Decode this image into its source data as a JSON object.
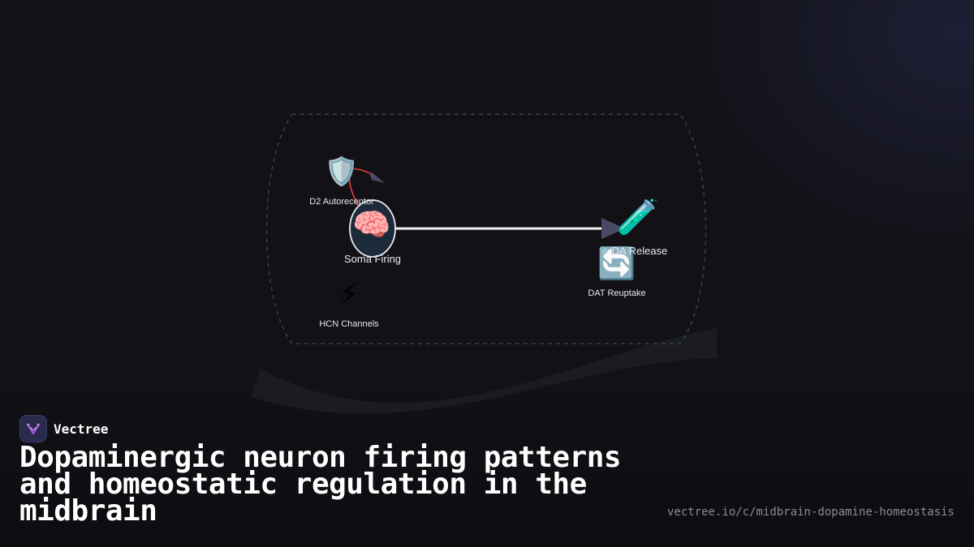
{
  "diagram": {
    "nodes": [
      {
        "id": "d2",
        "icon": "shield-icon",
        "glyph": "🛡️",
        "label": "D2 Autoreceptor"
      },
      {
        "id": "soma",
        "icon": "brain-icon",
        "glyph": "🧠",
        "label": "Soma Firing"
      },
      {
        "id": "hcn",
        "icon": "lightning-icon",
        "glyph": "⚡",
        "label": "HCN Channels"
      },
      {
        "id": "da",
        "icon": "test-tube-icon",
        "glyph": "🧪",
        "label": "DA Release"
      },
      {
        "id": "dat",
        "icon": "reuptake-cycle-icon",
        "glyph": "🔄",
        "label": "DAT Reuptake"
      }
    ],
    "edges": [
      {
        "from": "soma",
        "to": "da"
      },
      {
        "from": "soma",
        "to": "d2"
      }
    ],
    "colors": {
      "edge_main": "#f2f2f5",
      "edge_feedback": "#e0433a",
      "arrowhead": "#4a4a66",
      "group_border": "#34405a"
    }
  },
  "brand": {
    "name": "Vectree",
    "logo_color": "#a45ee5"
  },
  "title": "Dopaminergic neuron firing patterns and homeostatic regulation in the midbrain",
  "url": "vectree.io/c/midbrain-dopamine-homeostasis"
}
